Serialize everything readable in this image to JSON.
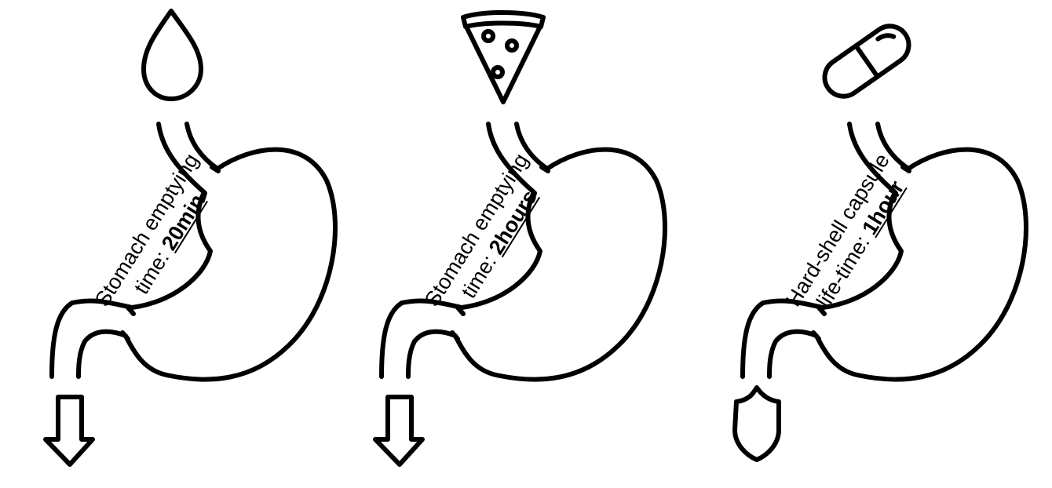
{
  "panels": [
    {
      "id": "water",
      "top_icon": "water-drop-icon",
      "bottom_icon": "down-arrow-icon",
      "line1": "Stomach emptying",
      "line2_prefix": "time: ",
      "line2_value": "20min"
    },
    {
      "id": "food",
      "top_icon": "pizza-slice-icon",
      "bottom_icon": "down-arrow-icon",
      "line1": "Stomach emptying",
      "line2_prefix": "time: ",
      "line2_value": "2hours"
    },
    {
      "id": "capsule",
      "top_icon": "capsule-icon",
      "bottom_icon": "shield-icon",
      "line1": "Hard-shell capsule",
      "line2_prefix": "life-time: ",
      "line2_value": "1hour"
    }
  ],
  "colors": {
    "stroke": "#000000",
    "background": "#ffffff"
  }
}
